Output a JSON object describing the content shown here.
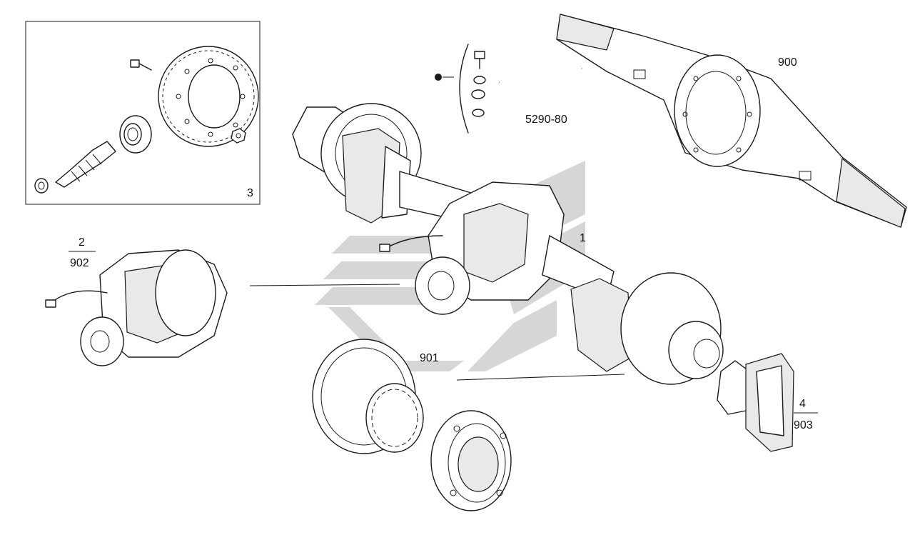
{
  "labels": {
    "inset_kit": "3",
    "differential_num": "2",
    "differential_den": "902",
    "axle_assembly": "1",
    "breather_kit": "5290-80",
    "axle_housing": "900",
    "brake_disc": "901",
    "caliper_num": "4",
    "caliper_den": "903"
  },
  "colors": {
    "ink": "#1a1a1a",
    "watermark": "#c8c8c8",
    "background": "#ffffff"
  }
}
